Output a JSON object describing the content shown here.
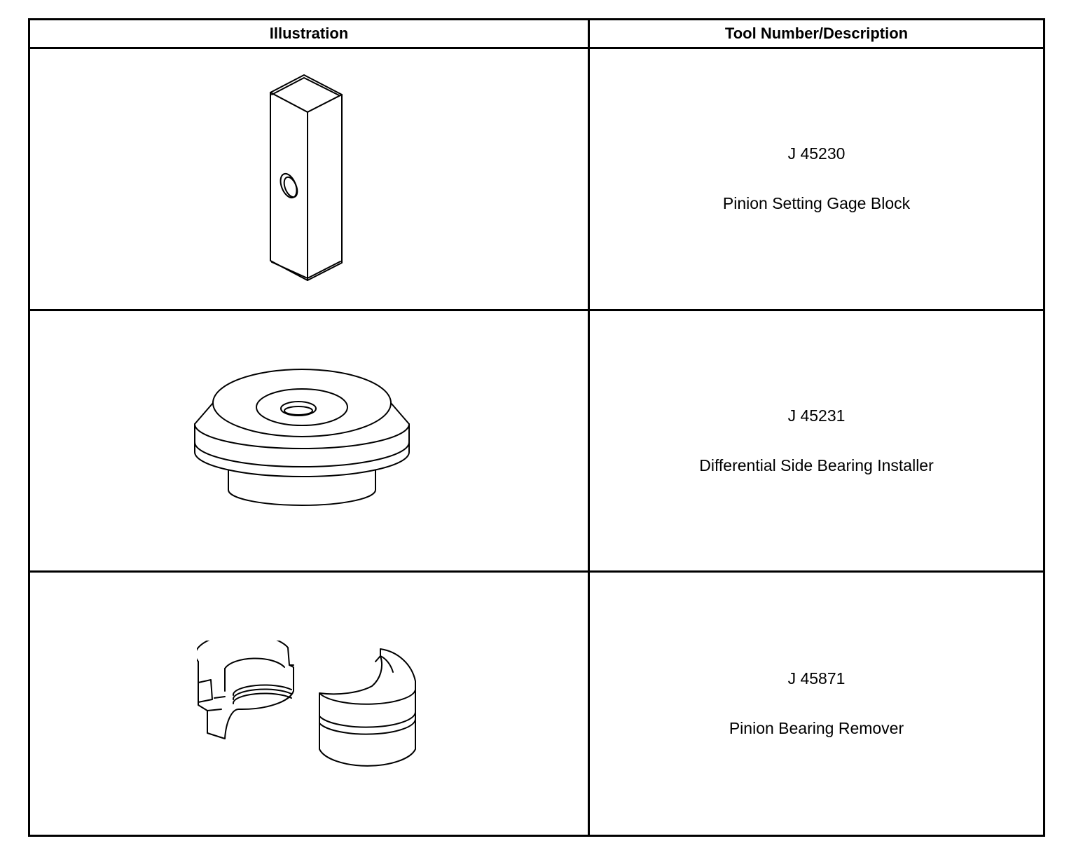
{
  "table": {
    "headers": {
      "illustration": "Illustration",
      "description": "Tool Number/Description"
    },
    "rows": [
      {
        "tool_number": "J 45230",
        "description": "Pinion Setting Gage Block",
        "illustration": "gage-block-illustration"
      },
      {
        "tool_number": "J 45231",
        "description": "Differential Side Bearing Installer",
        "illustration": "bearing-installer-illustration"
      },
      {
        "tool_number": "J 45871",
        "description": "Pinion Bearing Remover",
        "illustration": "bearing-remover-illustration"
      }
    ]
  }
}
